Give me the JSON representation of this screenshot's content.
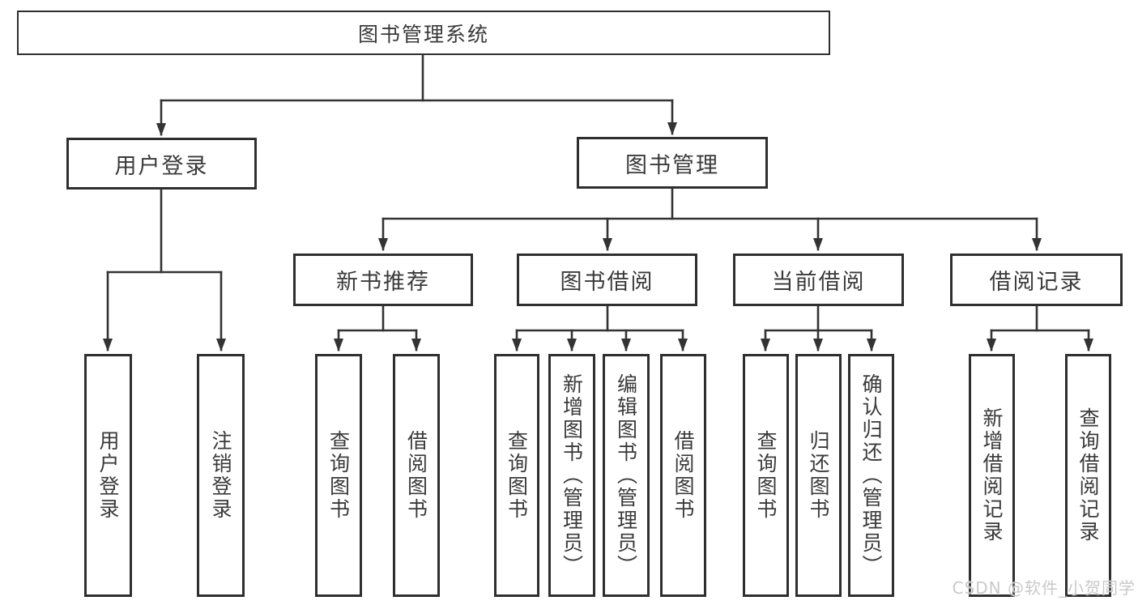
{
  "diagram": {
    "root": {
      "label": "图书管理系统"
    },
    "branches": [
      {
        "label": "用户登录",
        "children": [
          {
            "label": "用户登录"
          },
          {
            "label": "注销登录"
          }
        ]
      },
      {
        "label": "图书管理",
        "children": [
          {
            "label": "新书推荐",
            "children": [
              {
                "label": "查询图书"
              },
              {
                "label": "借阅图书"
              }
            ]
          },
          {
            "label": "图书借阅",
            "children": [
              {
                "label": "查询图书"
              },
              {
                "label": "新增图书（管理员）"
              },
              {
                "label": "编辑图书（管理员）"
              },
              {
                "label": "借阅图书"
              }
            ]
          },
          {
            "label": "当前借阅",
            "children": [
              {
                "label": "查询图书"
              },
              {
                "label": "归还图书"
              },
              {
                "label": "确认归还（管理员）"
              }
            ]
          },
          {
            "label": "借阅记录",
            "children": [
              {
                "label": "新增借阅记录"
              },
              {
                "label": "查询借阅记录"
              }
            ]
          }
        ]
      }
    ]
  },
  "watermark": {
    "text": "CSDN @软件_小贺同学"
  },
  "colors": {
    "line": "#333333",
    "box_border": "#2f2f2f",
    "box_background": "#ffffff",
    "text": "#3a3a3a",
    "watermark": "#c9c9c9"
  }
}
